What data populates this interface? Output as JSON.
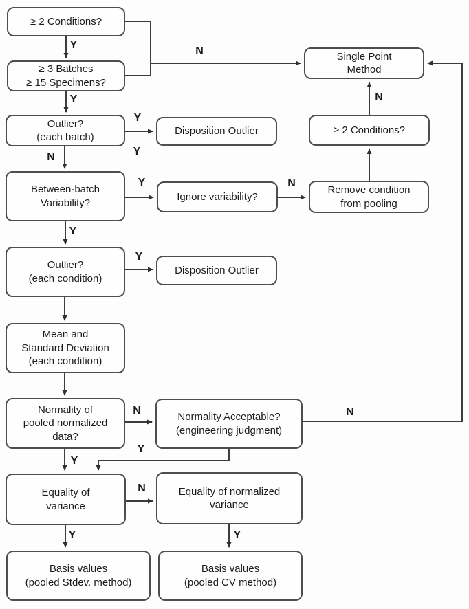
{
  "diagram": {
    "background_color": "#fdfdfd",
    "line_color": "#3d3d3d",
    "box_border_color": "#4e4e4e",
    "text_color": "#1c1c1c"
  },
  "nodes": [
    {
      "id": "ge2-conditions",
      "label": "≥ 2 Conditions?"
    },
    {
      "id": "ge3-batches-ge15-specimens",
      "label": "≥ 3 Batches\n≥ 15 Specimens?"
    },
    {
      "id": "outlier-each-batch",
      "label": "Outlier?\n(each batch)"
    },
    {
      "id": "disposition-outlier-1",
      "label": "Disposition Outlier"
    },
    {
      "id": "single-point-method",
      "label": "Single Point\nMethod"
    },
    {
      "id": "ge2-conditions-2",
      "label": "≥ 2 Conditions?"
    },
    {
      "id": "between-batch-variability",
      "label": "Between-batch\nVariability?"
    },
    {
      "id": "ignore-variability",
      "label": "Ignore variability?"
    },
    {
      "id": "remove-condition-from-pooling",
      "label": "Remove condition\nfrom pooling"
    },
    {
      "id": "outlier-each-condition",
      "label": "Outlier?\n(each condition)"
    },
    {
      "id": "disposition-outlier-2",
      "label": "Disposition Outlier"
    },
    {
      "id": "mean-and-standard-deviation",
      "label": "Mean and\nStandard Deviation\n(each condition)"
    },
    {
      "id": "normality-of-pooled-data",
      "label": "Normality of\npooled normalized\ndata?"
    },
    {
      "id": "normality-acceptable",
      "label": "Normality Acceptable?\n(engineering judgment)"
    },
    {
      "id": "equality-of-variance",
      "label": "Equality of\nvariance"
    },
    {
      "id": "equality-of-normalized-variance",
      "label": "Equality of normalized\nvariance"
    },
    {
      "id": "basis-values-pooled-stdev",
      "label": "Basis values\n(pooled Stdev. method)"
    },
    {
      "id": "basis-values-pooled-cv",
      "label": "Basis values\n(pooled CV method)"
    }
  ],
  "edge_labels": [
    {
      "id": "yes-conditions-to-batches",
      "text": "Y"
    },
    {
      "id": "no-to-single-point-method",
      "text": "N"
    },
    {
      "id": "yes-batches-to-outlier",
      "text": "Y"
    },
    {
      "id": "yes-outlier-batch-to-disposition",
      "text": "Y"
    },
    {
      "id": "yes-below-disposition-1",
      "text": "Y"
    },
    {
      "id": "no-outlier-batch-to-between",
      "text": "N"
    },
    {
      "id": "yes-between-to-ignore",
      "text": "Y"
    },
    {
      "id": "no-ignore-to-remove",
      "text": "N"
    },
    {
      "id": "no-conditions2-to-single-point",
      "text": "N"
    },
    {
      "id": "no-normality-acceptable-loop",
      "text": "N"
    },
    {
      "id": "yes-between-to-outlier-condition",
      "text": "Y"
    },
    {
      "id": "yes-outlier-condition-to-disposition",
      "text": "Y"
    },
    {
      "id": "no-normality-to-acceptable",
      "text": "N"
    },
    {
      "id": "yes-normality-to-equality",
      "text": "Y"
    },
    {
      "id": "yes-acceptable-to-equality",
      "text": "Y"
    },
    {
      "id": "no-equality-to-normalized",
      "text": "N"
    },
    {
      "id": "yes-equality-to-basis-stdev",
      "text": "Y"
    },
    {
      "id": "yes-normalized-to-basis-cv",
      "text": "Y"
    }
  ]
}
